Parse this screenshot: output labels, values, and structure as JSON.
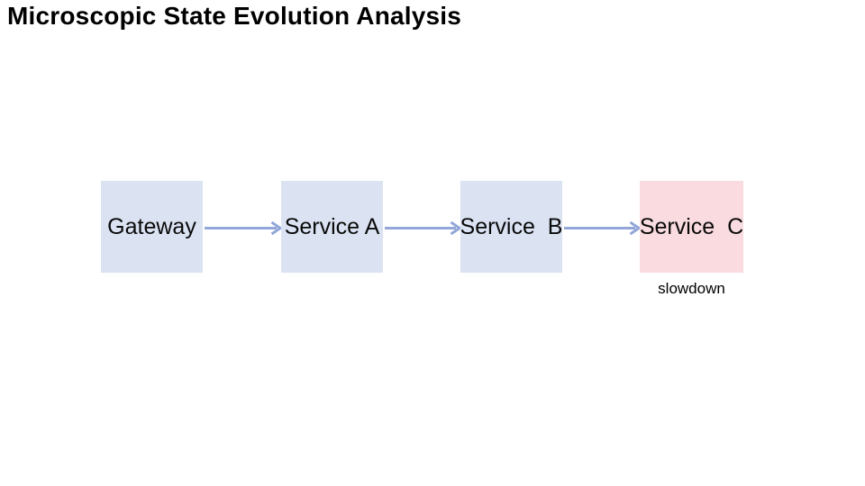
{
  "title": "Microscopic State Evolution Analysis",
  "colors": {
    "background": "#ffffff",
    "node_fill": "#dbe3f3",
    "node_alert_fill": "#f9dbe0",
    "arrow": "#92a7d8",
    "text": "#000000"
  },
  "diagram": {
    "nodes": [
      {
        "id": "gateway",
        "label": "Gateway",
        "state": "normal"
      },
      {
        "id": "service-a",
        "label": "Service A",
        "state": "normal"
      },
      {
        "id": "service-b",
        "label": "Service  B",
        "state": "normal"
      },
      {
        "id": "service-c",
        "label": "Service  C",
        "state": "slowdown",
        "annotation": "slowdown"
      }
    ],
    "edges": [
      {
        "from": "Gateway",
        "to": "Service A"
      },
      {
        "from": "Service A",
        "to": "Service B"
      },
      {
        "from": "Service B",
        "to": "Service C"
      }
    ]
  }
}
